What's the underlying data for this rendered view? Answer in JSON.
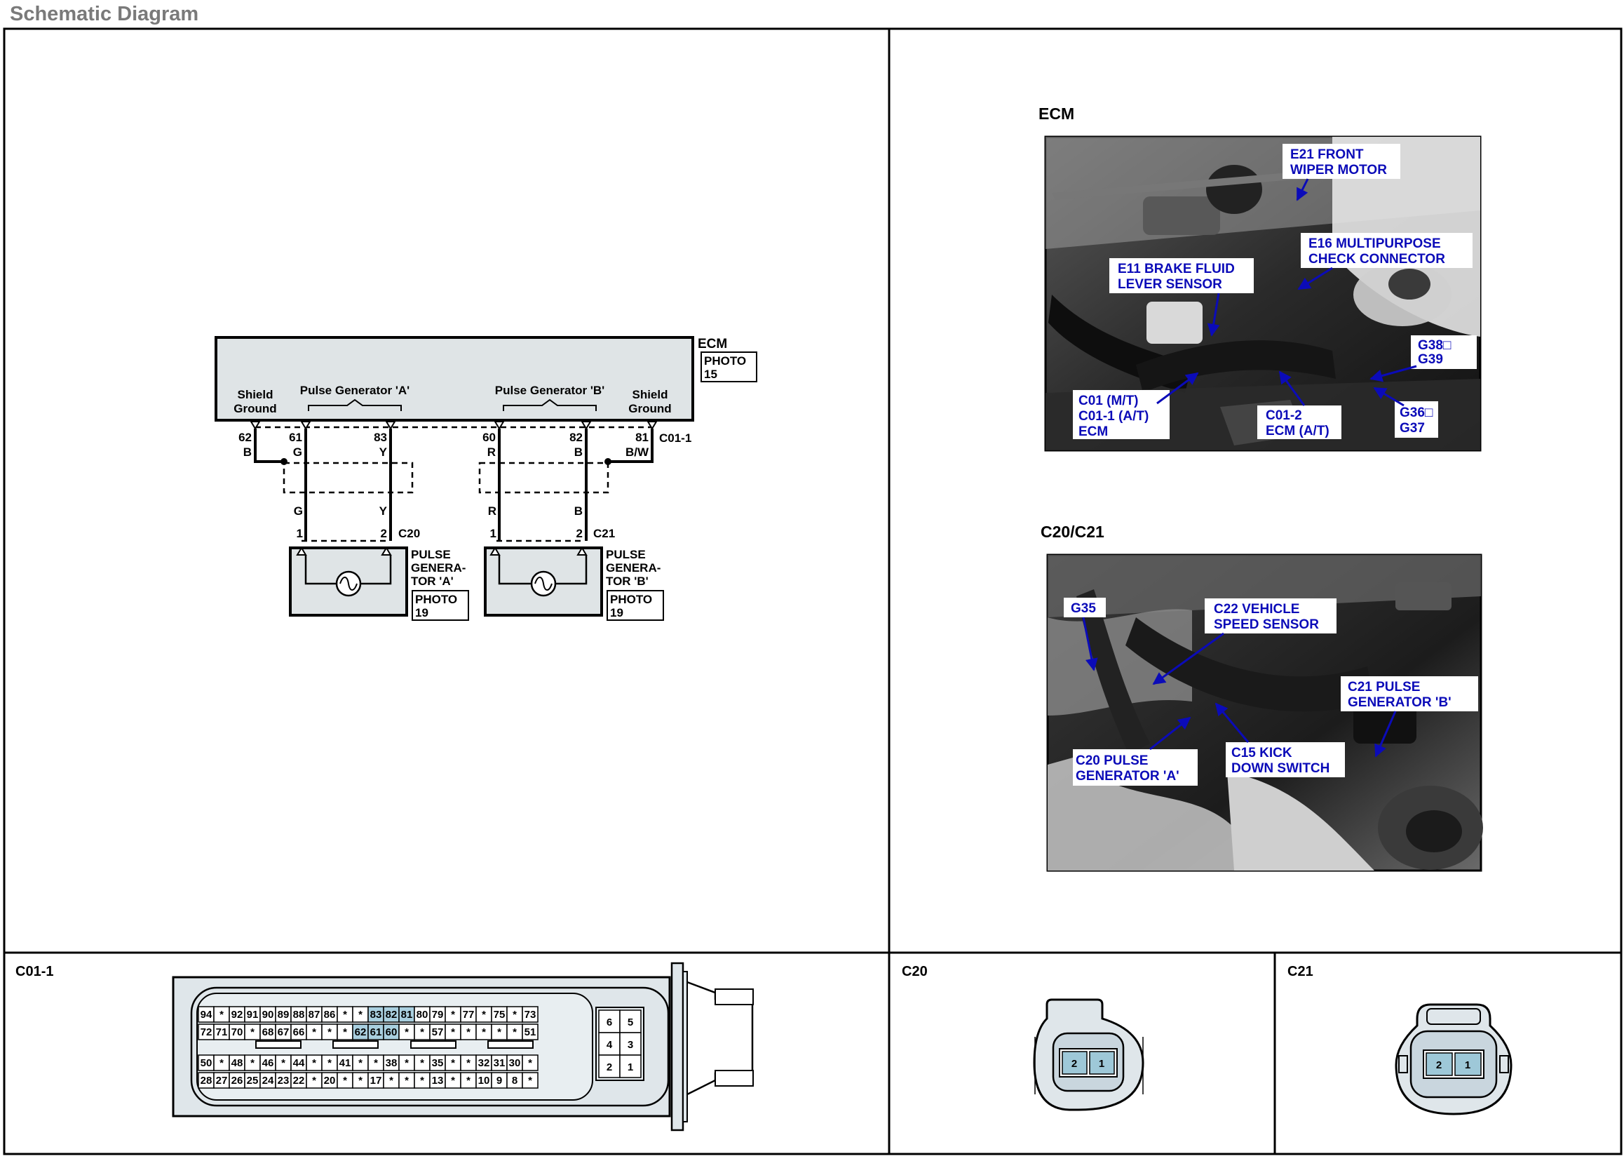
{
  "page_title": "Schematic Diagram",
  "schematic": {
    "ecm_label": "ECM",
    "ecm_photo": [
      "PHOTO",
      "15"
    ],
    "connector_ecm": "C01-1",
    "shield_ground_left": [
      "Shield",
      "Ground"
    ],
    "shield_ground_right": [
      "Shield",
      "Ground"
    ],
    "pulse_gen_a_label": "Pulse Generator 'A'",
    "pulse_gen_b_label": "Pulse Generator 'B'",
    "pins": [
      {
        "num": "62",
        "color": "B"
      },
      {
        "num": "61",
        "color": "G"
      },
      {
        "num": "83",
        "color": "Y"
      },
      {
        "num": "60",
        "color": "R"
      },
      {
        "num": "82",
        "color": "B"
      },
      {
        "num": "81",
        "color": "B/W"
      }
    ],
    "wires_a": [
      "G",
      "Y"
    ],
    "wires_b": [
      "R",
      "B"
    ],
    "comp_a": {
      "connector": "C20",
      "pins": [
        "1",
        "2"
      ],
      "name": [
        "PULSE",
        "GENERA-",
        "TOR 'A'"
      ],
      "photo": [
        "PHOTO",
        "19"
      ]
    },
    "comp_b": {
      "connector": "C21",
      "pins": [
        "1",
        "2"
      ],
      "name": [
        "PULSE",
        "GENERA-",
        "TOR 'B'"
      ],
      "photo": [
        "PHOTO",
        "19"
      ]
    }
  },
  "photo_ecm": {
    "title": "ECM",
    "callouts": {
      "e21": [
        "E21 FRONT",
        "WIPER MOTOR"
      ],
      "e16": [
        "E16 MULTIPURPOSE",
        "CHECK CONNECTOR"
      ],
      "e11": [
        "E11 BRAKE FLUID",
        "LEVER SENSOR"
      ],
      "g38": [
        "G38□",
        "G39"
      ],
      "c01": [
        "C01 (M/T)",
        "C01-1 (A/T)",
        "ECM"
      ],
      "c012": [
        "C01-2",
        "ECM (A/T)"
      ],
      "g36": [
        "G36□",
        "G37"
      ]
    }
  },
  "photo_c20c21": {
    "title": "C20/C21",
    "callouts": {
      "g35": [
        "G35"
      ],
      "c22": [
        "C22 VEHICLE",
        "SPEED SENSOR"
      ],
      "c21": [
        "C21 PULSE",
        "GENERATOR 'B'"
      ],
      "c20": [
        "C20 PULSE",
        "GENERATOR 'A'"
      ],
      "c15": [
        "C15 KICK",
        "DOWN SWITCH"
      ]
    }
  },
  "connector_c011": {
    "label": "C01-1",
    "rows": [
      [
        "94",
        "*",
        "92",
        "91",
        "90",
        "89",
        "88",
        "87",
        "86",
        "*",
        "*",
        "83",
        "82",
        "81",
        "80",
        "79",
        "*",
        "77",
        "*",
        "75",
        "*",
        "73"
      ],
      [
        "72",
        "71",
        "70",
        "*",
        "68",
        "67",
        "66",
        "*",
        "*",
        "*",
        "62",
        "61",
        "60",
        "*",
        "*",
        "57",
        "*",
        "*",
        "*",
        "*",
        "*",
        "51"
      ],
      [
        "50",
        "*",
        "48",
        "*",
        "46",
        "*",
        "44",
        "*",
        "*",
        "41",
        "*",
        "*",
        "38",
        "*",
        "*",
        "35",
        "*",
        "*",
        "32",
        "31",
        "30",
        "*"
      ],
      [
        "28",
        "27",
        "26",
        "25",
        "24",
        "23",
        "22",
        "*",
        "20",
        "*",
        "*",
        "17",
        "*",
        "*",
        "*",
        "13",
        "*",
        "*",
        "10",
        "9",
        "8",
        "*"
      ]
    ],
    "side_block": [
      [
        "6",
        "5"
      ],
      [
        "4",
        "3"
      ],
      [
        "2",
        "1"
      ]
    ]
  },
  "connector_c20": {
    "label": "C20",
    "pins": [
      "2",
      "1"
    ]
  },
  "connector_c21": {
    "label": "C21",
    "pins": [
      "2",
      "1"
    ]
  }
}
